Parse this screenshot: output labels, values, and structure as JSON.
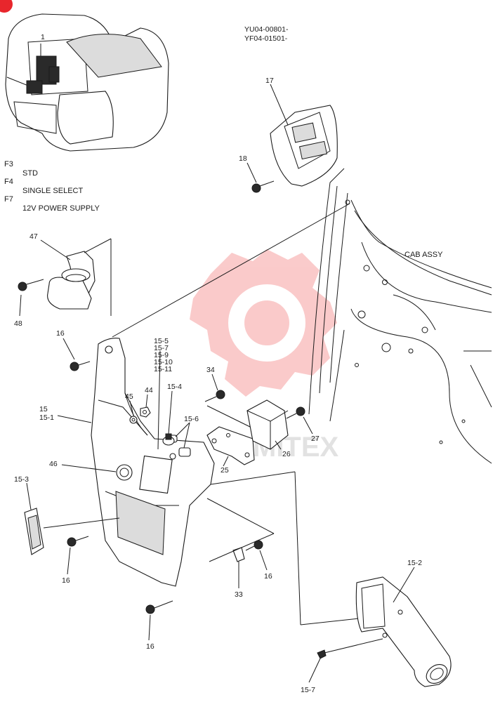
{
  "serials": [
    "YU04-00801-",
    "YF04-01501-"
  ],
  "legend": [
    {
      "code": "F3",
      "text": "STD"
    },
    {
      "code": "F4",
      "text": "SINGLE SELECT"
    },
    {
      "code": "F7",
      "text": "12V POWER SUPPLY"
    }
  ],
  "assembly_label": "CAB ASSY",
  "watermark": "MITEX",
  "callouts": {
    "p17": "17",
    "p18": "18",
    "p47": "47",
    "p48": "48",
    "p16a": "16",
    "p16b": "16",
    "p16c": "16",
    "p16d": "16",
    "p15": "15",
    "p15_1": "15-1",
    "p15_3": "15-3",
    "p15_2": "15-2",
    "p15_7b": "15-7",
    "p15_4": "15-4",
    "p15_6": "15-6",
    "p34": "34",
    "p44": "44",
    "p45": "45",
    "p46": "46",
    "p25": "25",
    "p26": "26",
    "p27": "27",
    "p33": "33",
    "p1": "1"
  },
  "stack_labels": [
    "15-5",
    "15-7",
    "15-9",
    "15-10",
    "15-11"
  ],
  "colors": {
    "watermark": "#f26a6a",
    "ink": "#1a1a1a",
    "badge": "#e8262c"
  }
}
